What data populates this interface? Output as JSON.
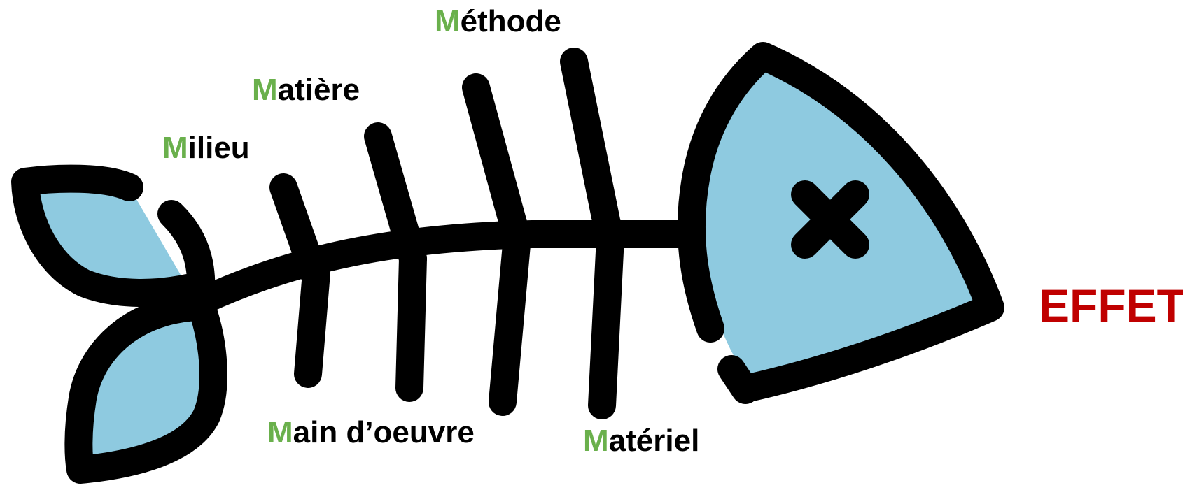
{
  "diagram": {
    "effect": "EFFET",
    "top_categories": [
      {
        "initial": "M",
        "rest": "ilieu"
      },
      {
        "initial": "M",
        "rest": "atière"
      },
      {
        "initial": "M",
        "rest": "éthode"
      }
    ],
    "bottom_categories": [
      {
        "initial": "M",
        "rest": "ain d’oeuvre"
      },
      {
        "initial": "M",
        "rest": "atériel"
      }
    ],
    "colors": {
      "fill": "#8ecae0",
      "stroke": "#000000",
      "initial": "#6ab04c",
      "effect": "#c00000"
    }
  }
}
